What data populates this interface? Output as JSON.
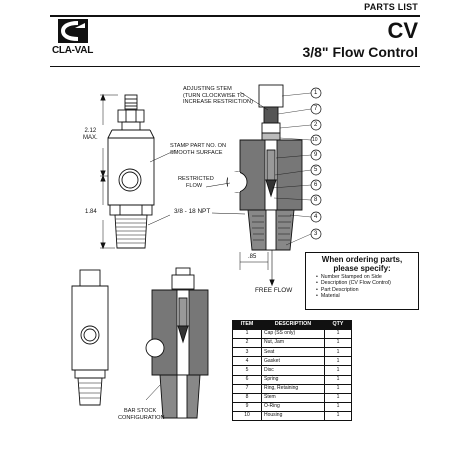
{
  "header": {
    "parts_list": "PARTS LIST",
    "model": "CV",
    "title": "3/8\" Flow Control"
  },
  "logo": {
    "text": "CLA-VAL"
  },
  "labels": {
    "adjusting_stem": [
      "ADJUSTING STEM",
      "(TURN CLOCKWISE TO",
      "INCREASE RESTRICTION)"
    ],
    "stamp": [
      "STAMP PART NO. ON",
      "SMOOTH SURFACE"
    ],
    "restricted_flow": [
      "RESTRICTED",
      "FLOW"
    ],
    "npt": "3/8 - 18 NPT",
    "free_flow": "FREE FLOW",
    "bar_stock": [
      "BAR STOCK",
      "CONFIGURATION"
    ]
  },
  "dimensions": {
    "d212": "2.12",
    "max": "MAX.",
    "d184": "1.84",
    "d85": ".85"
  },
  "callouts": [
    "1",
    "7",
    "2",
    "10",
    "9",
    "5",
    "6",
    "8",
    "4",
    "3"
  ],
  "ordering": {
    "title": "When ordering parts,\nplease specify:",
    "items": [
      "Number Stamped on Side",
      "Description (CV Flow Control)",
      "Part Description",
      "Material"
    ]
  },
  "parts_table": {
    "headers": [
      "ITEM",
      "DESCRIPTION",
      "QTY"
    ],
    "rows": [
      [
        "1",
        "Cap (SS only)",
        "1"
      ],
      [
        "2",
        "Nut, Jam",
        "1"
      ],
      [
        "3",
        "Seat",
        "1"
      ],
      [
        "4",
        "Gasket",
        "1"
      ],
      [
        "5",
        "Disc",
        "1"
      ],
      [
        "6",
        "Spring",
        "1"
      ],
      [
        "7",
        "Ring, Retaining",
        "1"
      ],
      [
        "8",
        "Stem",
        "1"
      ],
      [
        "9",
        "O-Ring",
        "1"
      ],
      [
        "10",
        "Housing",
        "1"
      ]
    ]
  }
}
